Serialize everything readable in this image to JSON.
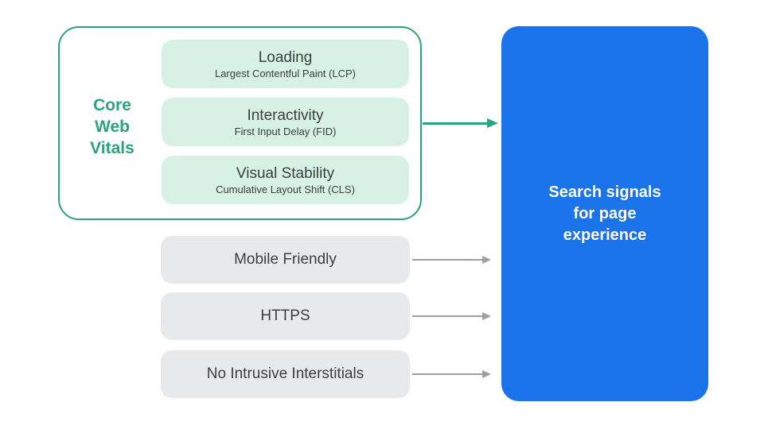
{
  "colors": {
    "accent_green": "#2CA37E",
    "green_light_fill": "#D7F1E4",
    "gray_fill": "#E8E9EA",
    "arrow_gray": "#9AA0A6",
    "result_blue": "#1A73E8",
    "text_dark": "#3C4043",
    "text_white": "#FFFFFF"
  },
  "core_web_vitals": {
    "label_lines": [
      "Core",
      "Web",
      "Vitals"
    ],
    "metrics": [
      {
        "title": "Loading",
        "subtitle": "Largest Contentful Paint (LCP)"
      },
      {
        "title": "Interactivity",
        "subtitle": "First Input Delay (FID)"
      },
      {
        "title": "Visual Stability",
        "subtitle": "Cumulative Layout Shift (CLS)"
      }
    ]
  },
  "other_signals": [
    "Mobile Friendly",
    "HTTPS",
    "No Intrusive Interstitials"
  ],
  "result_box": {
    "lines": [
      "Search signals",
      "for page",
      "experience"
    ]
  }
}
